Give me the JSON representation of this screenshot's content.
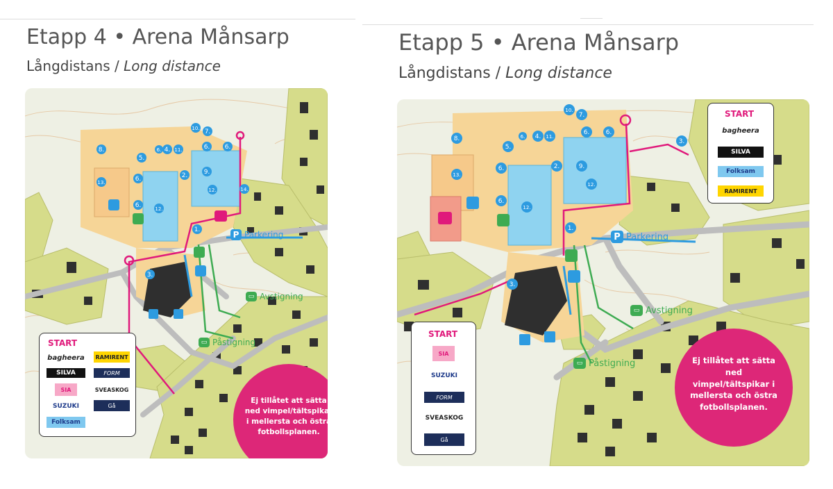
{
  "panels": [
    {
      "title": "Etapp 4 • Arena Månsarp",
      "subtitle_sv": "Långdistans",
      "subtitle_sep": " / ",
      "subtitle_en": "Long distance",
      "labels": {
        "parkering": "Parkering",
        "avstigning": "Avstigning",
        "pastigning": "Påstigning",
        "start": "START",
        "warning": "Ej tillåtet att sätta ned vimpel/tältspikar i mellersta och östra fotbollsplanen."
      },
      "markers": [
        "1.",
        "2.",
        "3.",
        "4.",
        "5.",
        "6.",
        "6.",
        "6.",
        "6.",
        "6.",
        "7.",
        "8.",
        "9.",
        "10.",
        "11.",
        "12.",
        "12.",
        "13.",
        "14."
      ],
      "sponsors": [
        "bagheera",
        "RAMIRENT",
        "SILVA",
        "FORM",
        "SIA",
        "SVEASKOG",
        "SUZUKI",
        "Gå",
        "Folksam"
      ]
    },
    {
      "title": "Etapp 5 • Arena Månsarp",
      "subtitle_sv": "Långdistans",
      "subtitle_sep": " / ",
      "subtitle_en": "Long distance",
      "labels": {
        "parkering": "Parkering",
        "avstigning": "Avstigning",
        "pastigning": "Påstigning",
        "start": "START",
        "warning": "Ej tillåtet att sätta ned vimpel/tältspikar i mellersta och östra fotbollsplanen."
      },
      "markers": [
        "1.",
        "2.",
        "3.",
        "3.",
        "4.",
        "5.",
        "6.",
        "6.",
        "6.",
        "6.",
        "6.",
        "7.",
        "8.",
        "9.",
        "10.",
        "11.",
        "12.",
        "12.",
        "13."
      ],
      "sponsors_start_right": [
        "bagheera",
        "SILVA",
        "Folksam",
        "RAMIRENT"
      ],
      "sponsors_start_left": [
        "SIA",
        "SUZUKI",
        "FORM",
        "SVEASKOG",
        "Gå"
      ]
    }
  ],
  "colors": {
    "pink": "#e0197b",
    "blue": "#2d9be0",
    "green": "#3eab52",
    "field": "#8fd3f0",
    "sand": "#f6d597",
    "forest": "#d6dc8a",
    "building": "#2f2f2f"
  },
  "icons": [
    "toilet-icon",
    "first-aid-icon",
    "bus-icon",
    "bike-icon",
    "parking-icon",
    "shower-icon",
    "recycle-icon"
  ]
}
